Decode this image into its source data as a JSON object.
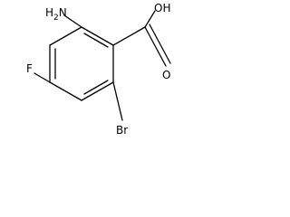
{
  "molecule": {
    "labels": {
      "amine": "H",
      "amine_n": "N",
      "amine_sub": "2",
      "fluorine": "F",
      "bromine": "Br",
      "hydroxyl": "OH",
      "carbonyl_o": "O"
    },
    "colors": {
      "bond": "#000000",
      "text": "#000000",
      "background": "#ffffff"
    }
  }
}
